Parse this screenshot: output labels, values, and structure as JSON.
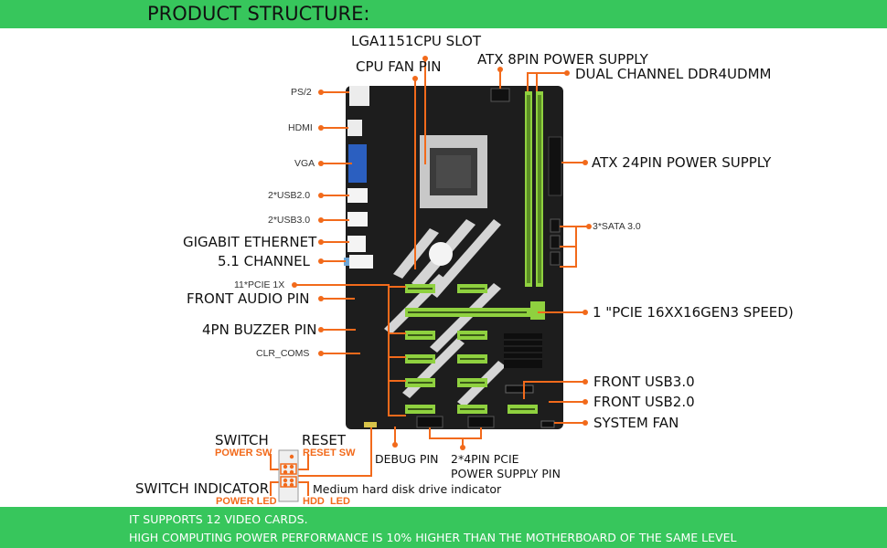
{
  "header": {
    "title": "PRODUCT STRUCTURE:"
  },
  "footer": {
    "line1": "IT SUPPORTS 12 VIDEO CARDS.",
    "line2": "HIGH COMPUTING POWER PERFORMANCE IS 10% HIGHER THAN THE MOTHERBOARD OF THE SAME LEVEL"
  },
  "colors": {
    "brand_green": "#37c65c",
    "callout_orange": "#f26a1b",
    "slot_green": "#8fd13f",
    "board": "#1d1d1d"
  },
  "labels_top": {
    "cpu_slot": "LGA1151CPU SLOT",
    "cpu_fan": "CPU FAN PIN",
    "atx8": "ATX 8PIN POWER SUPPLY",
    "ddr4": "DUAL CHANNEL DDR4UDMM"
  },
  "labels_left": {
    "ps2": "PS/2",
    "hdmi": "HDMI",
    "vga": "VGA",
    "usb2": "2*USB2.0",
    "usb3": "2*USB3.0",
    "ethernet": "GIGABIT ETHERNET",
    "audio51": "5.1 CHANNEL",
    "pcie1x": "11*PCIE 1X",
    "front_audio": "FRONT AUDIO PIN",
    "buzzer": "4PN BUZZER PIN",
    "clr": "CLR_COMS"
  },
  "labels_right": {
    "atx24": "ATX 24PIN POWER SUPPLY",
    "sata": "3*SATA 3.0",
    "pcie16": "1 \"PCIE 16XX16GEN3 SPEED)",
    "front_usb3": "FRONT USB3.0",
    "front_usb2": "FRONT USB2.0",
    "sys_fan": "SYSTEM FAN"
  },
  "labels_bottom": {
    "debug": "DEBUG PIN",
    "pcie_power_1": "2*4PIN PCIE",
    "pcie_power_2": "POWER SUPPLY PIN"
  },
  "panel_header": {
    "switch": "SWITCH",
    "power_sw": "POWER SW",
    "reset": "RESET",
    "reset_sw": "RESET SW",
    "switch_indicator": "SWITCH INDICATOR",
    "power_led": "POWER LED",
    "hdd_led": "HDD  LED",
    "hdd_desc": "Medium hard disk drive indicator"
  }
}
